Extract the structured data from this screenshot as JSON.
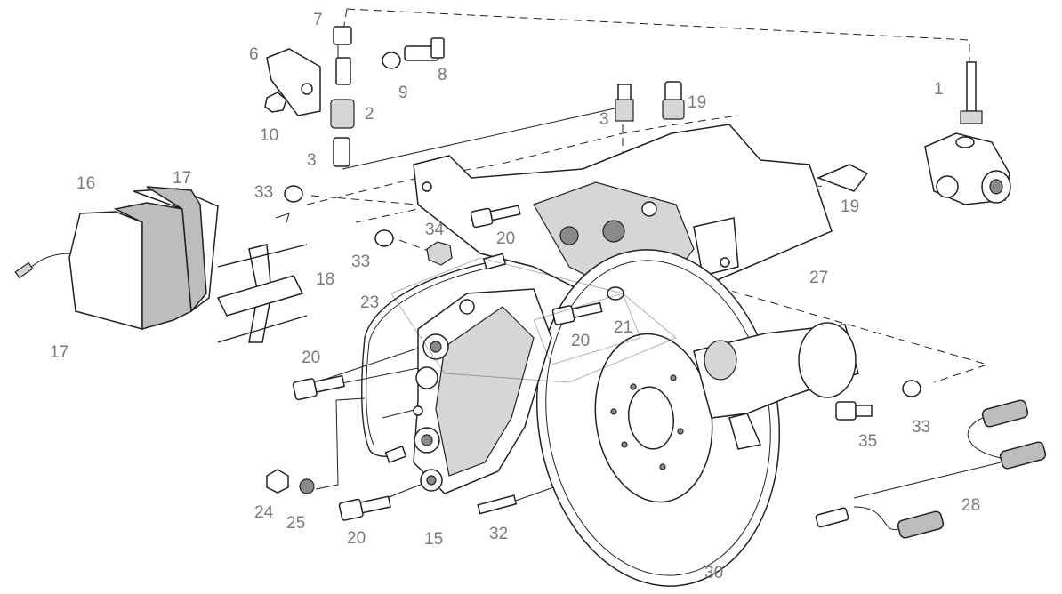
{
  "diagram": {
    "labels": [
      {
        "id": "l1",
        "text": "1"
      },
      {
        "id": "l2",
        "text": "2"
      },
      {
        "id": "l3a",
        "text": "3"
      },
      {
        "id": "l3b",
        "text": "3"
      },
      {
        "id": "l6",
        "text": "6"
      },
      {
        "id": "l7",
        "text": "7"
      },
      {
        "id": "l8",
        "text": "8"
      },
      {
        "id": "l9",
        "text": "9"
      },
      {
        "id": "l10",
        "text": "10"
      },
      {
        "id": "l15",
        "text": "15"
      },
      {
        "id": "l16",
        "text": "16"
      },
      {
        "id": "l17a",
        "text": "17"
      },
      {
        "id": "l17b",
        "text": "17"
      },
      {
        "id": "l18",
        "text": "18"
      },
      {
        "id": "l19a",
        "text": "19"
      },
      {
        "id": "l19b",
        "text": "19"
      },
      {
        "id": "l20a",
        "text": "20"
      },
      {
        "id": "l20b",
        "text": "20"
      },
      {
        "id": "l20c",
        "text": "20"
      },
      {
        "id": "l20d",
        "text": "20"
      },
      {
        "id": "l21",
        "text": "21"
      },
      {
        "id": "l23",
        "text": "23"
      },
      {
        "id": "l24",
        "text": "24"
      },
      {
        "id": "l25",
        "text": "25"
      },
      {
        "id": "l27",
        "text": "27"
      },
      {
        "id": "l28",
        "text": "28"
      },
      {
        "id": "l30",
        "text": "30"
      },
      {
        "id": "l32",
        "text": "32"
      },
      {
        "id": "l33a",
        "text": "33"
      },
      {
        "id": "l33b",
        "text": "33"
      },
      {
        "id": "l33c",
        "text": "33"
      },
      {
        "id": "l34",
        "text": "34"
      },
      {
        "id": "l35",
        "text": "35"
      }
    ]
  }
}
